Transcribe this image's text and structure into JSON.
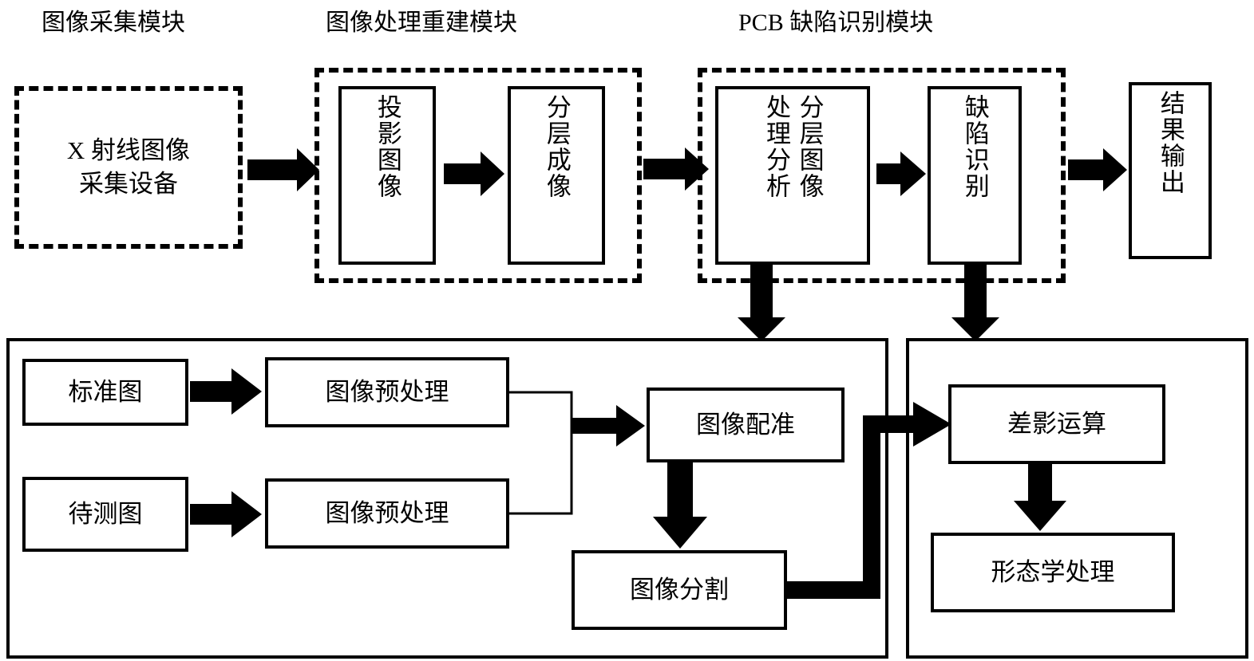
{
  "diagram": {
    "title": "PCB X-ray Defect Detection System Block Diagram",
    "colors": {
      "stroke": "#000000",
      "background": "#ffffff"
    }
  },
  "module_titles": {
    "acquisition": "图像采集模块",
    "reconstruction": "图像处理重建模块",
    "defect": "PCB 缺陷识别模块"
  },
  "top_row": {
    "acquisition_device": {
      "line1": "X 射线图像",
      "line2": "采集设备"
    },
    "projection_image": "投影图像",
    "layered_imaging": "分层成像",
    "layered_image": "分层图像",
    "processing_analysis": "处理分析",
    "defect_recognition": "缺陷识别",
    "result_output": "结果输出"
  },
  "bottom_left_panel": {
    "standard_image": "标准图",
    "test_image": "待测图",
    "preprocess_1": "图像预处理",
    "preprocess_2": "图像预处理",
    "registration": "图像配准",
    "segmentation": "图像分割"
  },
  "bottom_right_panel": {
    "difference_operation": "差影运算",
    "morphology_processing": "形态学处理"
  }
}
